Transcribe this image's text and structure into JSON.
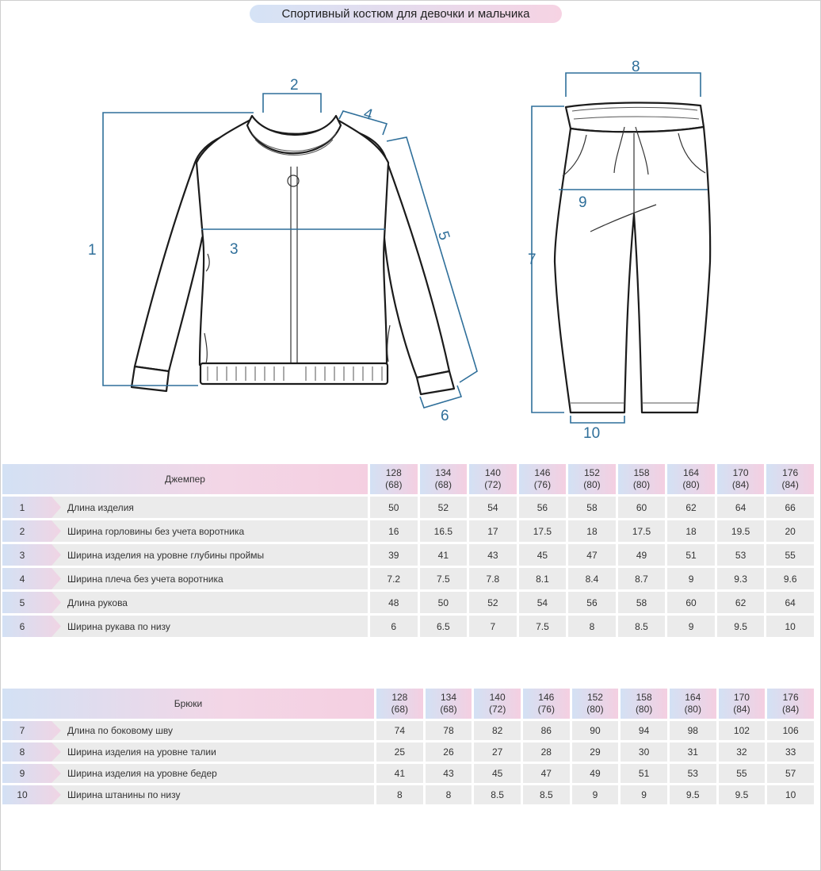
{
  "title": "Спортивный костюм для девочки и мальчика",
  "diagram_labels": [
    "1",
    "2",
    "3",
    "4",
    "5",
    "6",
    "7",
    "8",
    "9",
    "10"
  ],
  "colors": {
    "dimension_line": "#2f6f9a",
    "header_blue": "#d3e1f4",
    "header_pink": "#f4cfe1",
    "cell_bg": "#ebebeb"
  },
  "jumper_table": {
    "header": "Джемпер",
    "sizes": [
      {
        "height": "128",
        "chest": "(68)"
      },
      {
        "height": "134",
        "chest": "(68)"
      },
      {
        "height": "140",
        "chest": "(72)"
      },
      {
        "height": "146",
        "chest": "(76)"
      },
      {
        "height": "152",
        "chest": "(80)"
      },
      {
        "height": "158",
        "chest": "(80)"
      },
      {
        "height": "164",
        "chest": "(80)"
      },
      {
        "height": "170",
        "chest": "(84)"
      },
      {
        "height": "176",
        "chest": "(84)"
      }
    ],
    "rows": [
      {
        "num": "1",
        "label": "Длина изделия",
        "values": [
          "50",
          "52",
          "54",
          "56",
          "58",
          "60",
          "62",
          "64",
          "66"
        ]
      },
      {
        "num": "2",
        "label": "Ширина горловины без учета воротника",
        "values": [
          "16",
          "16.5",
          "17",
          "17.5",
          "18",
          "17.5",
          "18",
          "19.5",
          "20"
        ]
      },
      {
        "num": "3",
        "label": "Ширина изделия на уровне глубины проймы",
        "values": [
          "39",
          "41",
          "43",
          "45",
          "47",
          "49",
          "51",
          "53",
          "55"
        ]
      },
      {
        "num": "4",
        "label": "Ширина плеча без учета воротника",
        "values": [
          "7.2",
          "7.5",
          "7.8",
          "8.1",
          "8.4",
          "8.7",
          "9",
          "9.3",
          "9.6"
        ]
      },
      {
        "num": "5",
        "label": "Длина рукова",
        "values": [
          "48",
          "50",
          "52",
          "54",
          "56",
          "58",
          "60",
          "62",
          "64"
        ]
      },
      {
        "num": "6",
        "label": "Ширина рукава по низу",
        "values": [
          "6",
          "6.5",
          "7",
          "7.5",
          "8",
          "8.5",
          "9",
          "9.5",
          "10"
        ]
      }
    ]
  },
  "pants_table": {
    "header": "Брюки",
    "sizes": [
      {
        "height": "128",
        "chest": "(68)"
      },
      {
        "height": "134",
        "chest": "(68)"
      },
      {
        "height": "140",
        "chest": "(72)"
      },
      {
        "height": "146",
        "chest": "(76)"
      },
      {
        "height": "152",
        "chest": "(80)"
      },
      {
        "height": "158",
        "chest": "(80)"
      },
      {
        "height": "164",
        "chest": "(80)"
      },
      {
        "height": "170",
        "chest": "(84)"
      },
      {
        "height": "176",
        "chest": "(84)"
      }
    ],
    "rows": [
      {
        "num": "7",
        "label": "Длина по боковому шву",
        "values": [
          "74",
          "78",
          "82",
          "86",
          "90",
          "94",
          "98",
          "102",
          "106"
        ]
      },
      {
        "num": "8",
        "label": "Ширина изделия на уровне талии",
        "values": [
          "25",
          "26",
          "27",
          "28",
          "29",
          "30",
          "31",
          "32",
          "33"
        ]
      },
      {
        "num": "9",
        "label": "Ширина изделия на уровне бедер",
        "values": [
          "41",
          "43",
          "45",
          "47",
          "49",
          "51",
          "53",
          "55",
          "57"
        ]
      },
      {
        "num": "10",
        "label": "Ширина штанины по низу",
        "values": [
          "8",
          "8",
          "8.5",
          "8.5",
          "9",
          "9",
          "9.5",
          "9.5",
          "10"
        ]
      }
    ]
  }
}
